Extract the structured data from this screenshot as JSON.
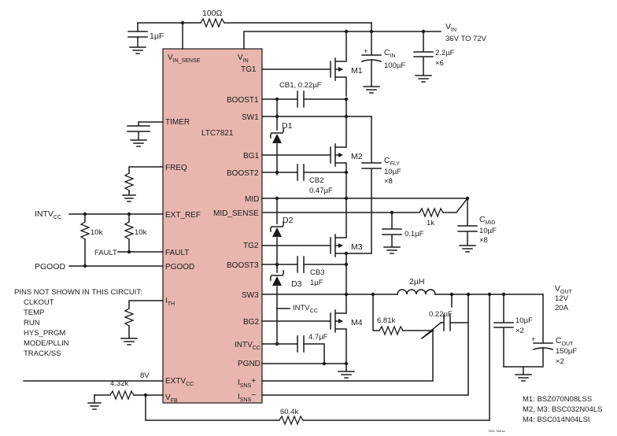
{
  "chip": {
    "part": "LTC7821",
    "fill": "#e8b6ae",
    "pins_left": [
      "TIMER",
      "FREQ",
      "EXT_REF",
      "FAULT",
      "PGOOD",
      "ITH",
      "EXTVCC",
      "VFB"
    ],
    "pins_right": [
      "TG1",
      "BOOST1",
      "SW1",
      "BG1",
      "BOOST2",
      "MID",
      "MID_SENSE",
      "TG2",
      "BOOST3",
      "SW3",
      "BG2",
      "INTVCC",
      "PGND",
      "ISNS+",
      "ISNS−"
    ],
    "pins_top": [
      "VIN_SENSE",
      "VIN"
    ]
  },
  "labels": {
    "r_top": "100Ω",
    "c_top": "1µF",
    "vin_main": "V",
    "vin_sub": "IN",
    "vin_range": "36V TO 72V",
    "cin_main": "C",
    "cin_sub": "IN",
    "cin_value": "100µF",
    "c22": "2.2µF",
    "c22_qty": "×6",
    "m1": "M1",
    "m2": "M2",
    "m3": "M3",
    "m4": "M4",
    "cb1": "CB1, 0.22µF",
    "d1": "D1",
    "d2": "D2",
    "d3": "D3",
    "cfly_main": "C",
    "cfly_sub": "FLY",
    "cfly_value": "10µF",
    "cfly_qty": "×8",
    "cb2": "CB2",
    "cb2_value": "0.47µF",
    "r1k": "1k",
    "c01": "0.1µF",
    "cmid_main": "C",
    "cmid_sub": "MID",
    "cmid_value": "10µF",
    "cmid_qty": "×8",
    "cb3": "CB3",
    "cb3_value": "1µF",
    "intvcc_main": "INTV",
    "intvcc_sub": "CC",
    "r10k_a": "10k",
    "r10k_b": "10k",
    "fault_net": "FAULT",
    "pgood_net": "PGOOD",
    "ind": "2µH",
    "r681": "6.81k",
    "c022b": "0.22µF",
    "vout_main": "V",
    "vout_sub": "OUT",
    "vout_v": "12V",
    "vout_a": "20A",
    "c10u": "10µF",
    "c10u_qty": "×2",
    "cout_main": "C",
    "cout_sub": "OUT",
    "cout_value": "150µF",
    "cout_qty": "×2",
    "c47": "4.7µF",
    "r432": "4.32k",
    "r604": "60.4k",
    "v8": "8V",
    "pins_title": "PINS NOT SHOWN IN THIS CIRCUIT:",
    "pins_list": [
      "CLKOUT",
      "TEMP",
      "RUN",
      "HYS_PRGM",
      "MODE/PLLIN",
      "TRACK/SS"
    ],
    "fets": [
      "M1: BSZ070N08LSS",
      "M2, M3: BSC032N04LS",
      "M4: BSC014N04LSI"
    ],
    "figure_id": "7821 TA01a"
  }
}
